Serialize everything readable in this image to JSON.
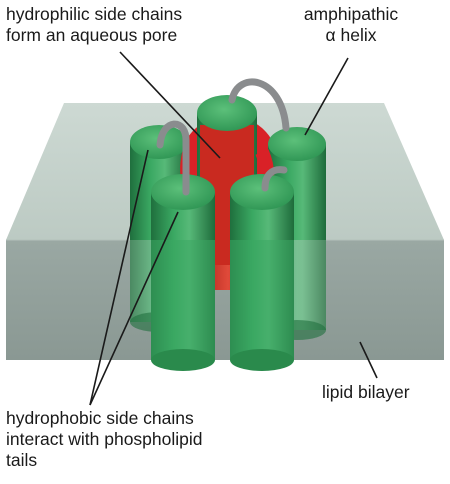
{
  "labels": {
    "pore": "hydrophilic side chains\nform an aqueous pore",
    "helix": "amphipathic\nα helix",
    "bilayer": "lipid bilayer",
    "hydrophobic": "hydrophobic side chains\ninteract with phospholipid\ntails"
  },
  "colors": {
    "membrane_top": "#c6d3cd",
    "membrane_front": "#93a19c",
    "helix_green": "#2f9d57",
    "helix_green_dark": "#1f6f3d",
    "helix_green_light": "#7fcf95",
    "pore_red": "#d92127",
    "pore_red_dark": "#b5271f",
    "loop_gray": "#8a8c8e",
    "leader_line": "#1a1a1a"
  },
  "icons": [
    "lipid-bilayer-slab",
    "alpha-helix-cylinder",
    "aqueous-pore",
    "connecting-loop"
  ]
}
